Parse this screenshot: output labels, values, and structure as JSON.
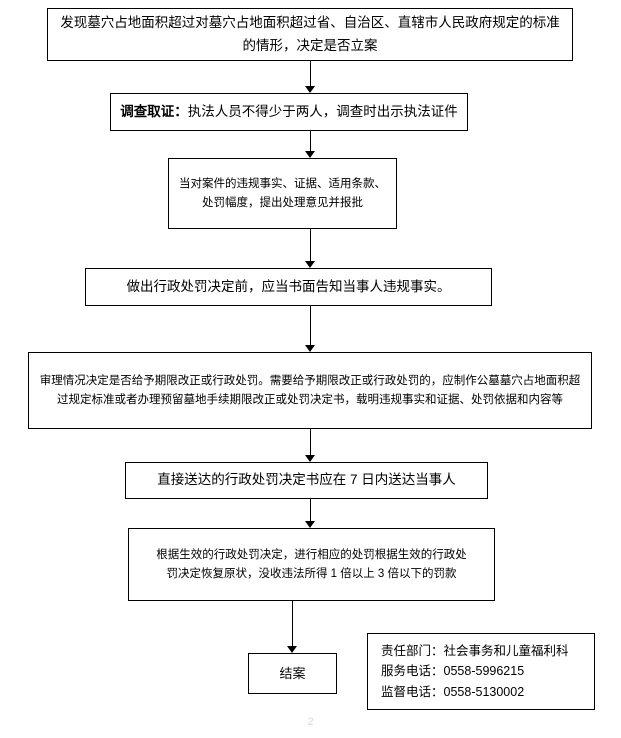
{
  "document": {
    "type": "flowchart",
    "page_number": "2"
  },
  "nodes": [
    {
      "id": "n1",
      "name": "case-filing-decision",
      "text": "发现墓穴占地面积超过对墓穴占地面积超过省、自治区、直辖市人民政府规定的标准的情形，决定是否立案"
    },
    {
      "id": "n2",
      "name": "investigation-evidence",
      "lead": "调查取证：",
      "text": "执法人员不得少于两人，调查时出示执法证件"
    },
    {
      "id": "n3",
      "name": "review-and-submit-opinion",
      "text": "当对案件的违规事实、证据、适用条款、\n处罚幅度，提出处理意见并报批"
    },
    {
      "id": "n4",
      "name": "written-notice-before-penalty",
      "text": "做出行政处罚决定前，应当书面告知当事人违规事实。"
    },
    {
      "id": "n5",
      "name": "trial-decision-and-document",
      "text": "审理情况决定是否给予期限改正或行政处罚。需要给予期限改正或行政处罚的，应制作公墓墓穴占地面积超过规定标准或者办理预留墓地手续期限改正或处罚决定书，载明违规事实和证据、处罚依据和内容等"
    },
    {
      "id": "n6",
      "name": "direct-service-within-7-days",
      "text": "直接送达的行政处罚决定书应在 7 日内送达当事人"
    },
    {
      "id": "n7",
      "name": "execute-penalty-decision",
      "text": "根据生效的行政处罚决定，进行相应的处罚根据生效的行政处\n罚决定恢复原状，没收违法所得 1 倍以上 3 倍以下的罚款"
    },
    {
      "id": "n8",
      "name": "case-closed",
      "text": "结案"
    }
  ],
  "contact": {
    "department_label": "责任部门：",
    "department_value": "社会事务和儿童福利科",
    "service_phone_label": "服务电话：",
    "service_phone_value": "0558-5996215",
    "supervision_phone_label": "监督电话：",
    "supervision_phone_value": "0558-5130002"
  }
}
